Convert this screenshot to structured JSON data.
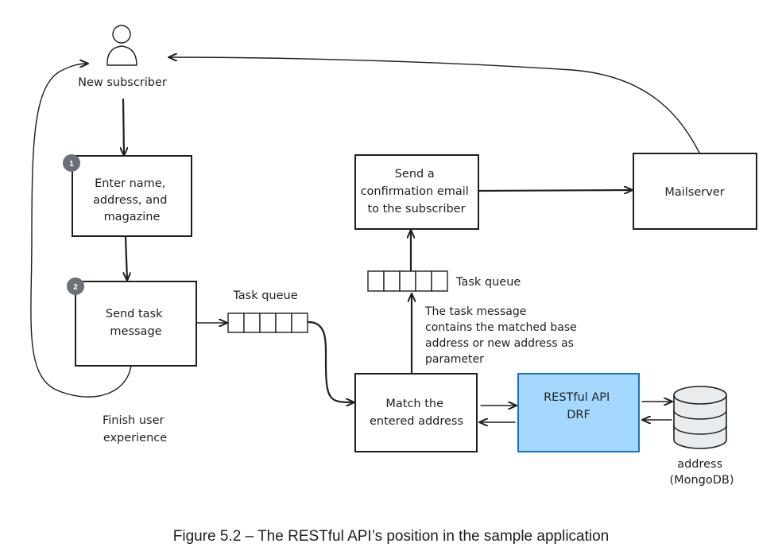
{
  "actor": {
    "label": "New subscriber"
  },
  "steps": [
    {
      "number": "1",
      "lines": [
        "Enter name,",
        "address, and",
        "magazine"
      ]
    },
    {
      "number": "2",
      "lines": [
        "Send task",
        "message"
      ]
    }
  ],
  "loop_note": {
    "lines": [
      "Finish user",
      "experience"
    ]
  },
  "queues": {
    "label_1": "Task queue",
    "label_2": "Task queue"
  },
  "match_box": {
    "lines": [
      "Match the",
      "entered address"
    ]
  },
  "api_box": {
    "lines": [
      "RESTful API",
      "DRF"
    ],
    "fill_color": "#a5d8ff",
    "border_color": "#1971c2"
  },
  "database": {
    "lines": [
      "address",
      "(MongoDB)"
    ]
  },
  "message_note": {
    "lines": [
      "The task message",
      "contains the matched base",
      "address or new address as",
      "parameter"
    ]
  },
  "email_box": {
    "lines": [
      "Send a",
      "confirmation email",
      "to the subscriber"
    ]
  },
  "mailserver": {
    "label": "Mailserver"
  },
  "caption": "Figure 5.2 – The RESTful API’s position in the sample application",
  "colors": {
    "ink": "#1e1e1e",
    "badge": "#6b6f77",
    "db_fill": "#e9ecef"
  }
}
